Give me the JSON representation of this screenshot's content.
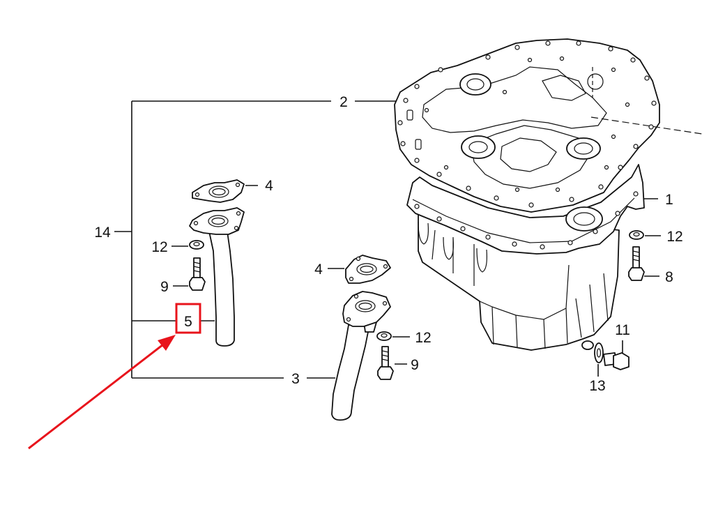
{
  "labels": {
    "l1": "1",
    "l2": "2",
    "l3": "3",
    "l4a": "4",
    "l4b": "4",
    "l5": "5",
    "l8": "8",
    "l9a": "9",
    "l9b": "9",
    "l11": "11",
    "l12a": "12",
    "l12b": "12",
    "l12c": "12",
    "l13": "13",
    "l14": "14"
  },
  "colors": {
    "highlight": "#e8141c",
    "line": "#111111"
  }
}
